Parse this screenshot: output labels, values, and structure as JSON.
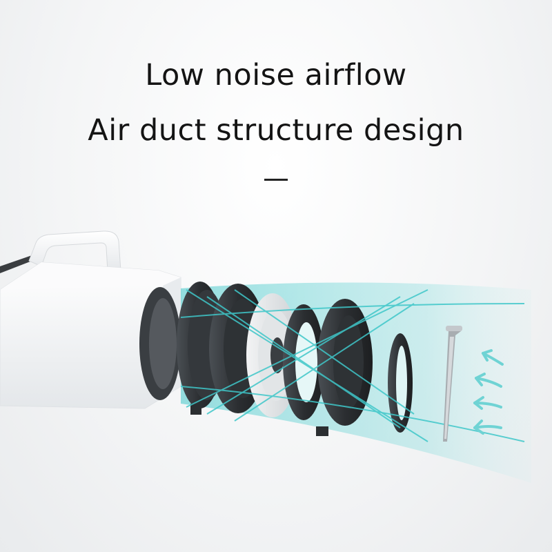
{
  "headline": {
    "line1": "Low noise airflow",
    "line2": "Air duct structure design"
  },
  "colors": {
    "text": "#141414",
    "airflow": "#3fc7c9",
    "airflow_light": "#9fe6e6",
    "housing": "#f6f7f8",
    "parts_dark": "#2b2e31"
  },
  "icons": [
    "product-housing",
    "handle",
    "power-cord",
    "fan-ring",
    "motor",
    "filter-pin",
    "airflow-arrows"
  ]
}
